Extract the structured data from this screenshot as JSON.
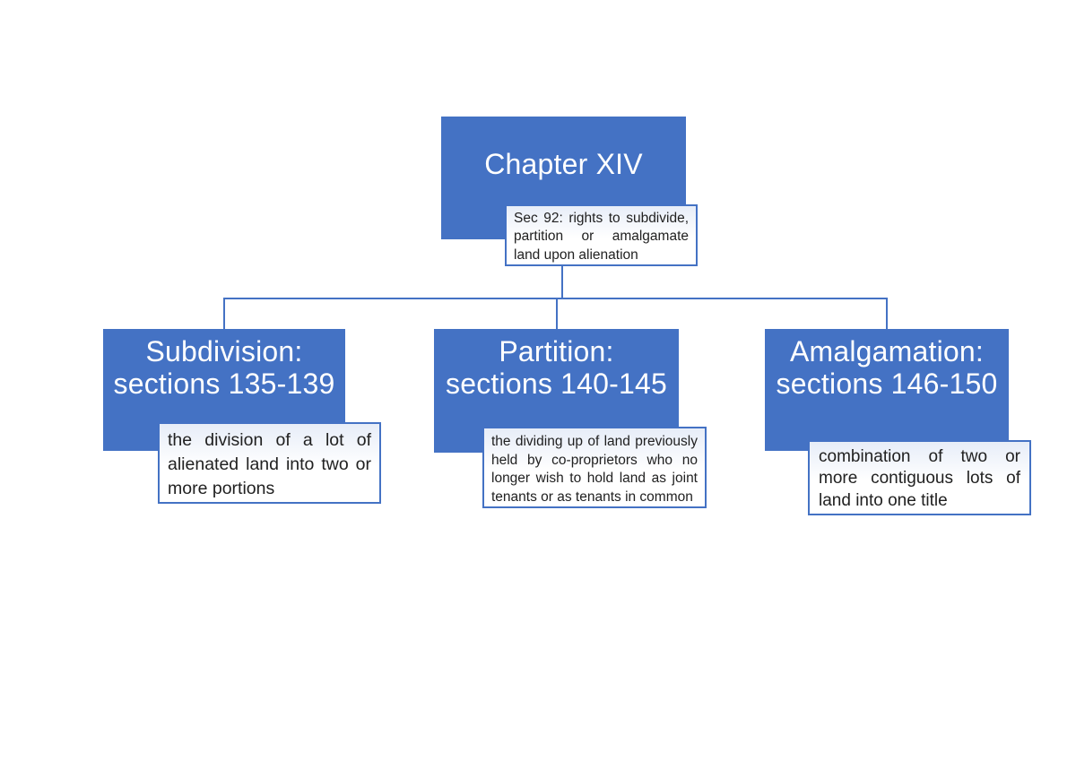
{
  "colors": {
    "node_fill": "#4472C4",
    "node_text": "#FFFFFF",
    "connector": "#4472C4",
    "callout_border": "#4472C4",
    "callout_bg_top": "#E7EDF8",
    "callout_bg_bottom": "#FFFFFF",
    "callout_text": "#212121"
  },
  "root": {
    "title": "Chapter XIV",
    "callout": "Sec 92: rights to subdivide, partition or amalgamate land upon alienation"
  },
  "children": [
    {
      "title1": "Subdivision:",
      "title2": "sections 135-139",
      "callout": "the division of a lot of alienated land into two or more portions"
    },
    {
      "title1": "Partition:",
      "title2": "sections 140-145",
      "callout": "the dividing up of land previously held by co-proprietors who no longer wish to hold land as joint tenants or as tenants in common"
    },
    {
      "title1": "Amalgamation:",
      "title2": "sections 146-150",
      "callout": "combination of two or more contiguous lots of land into one title"
    }
  ]
}
